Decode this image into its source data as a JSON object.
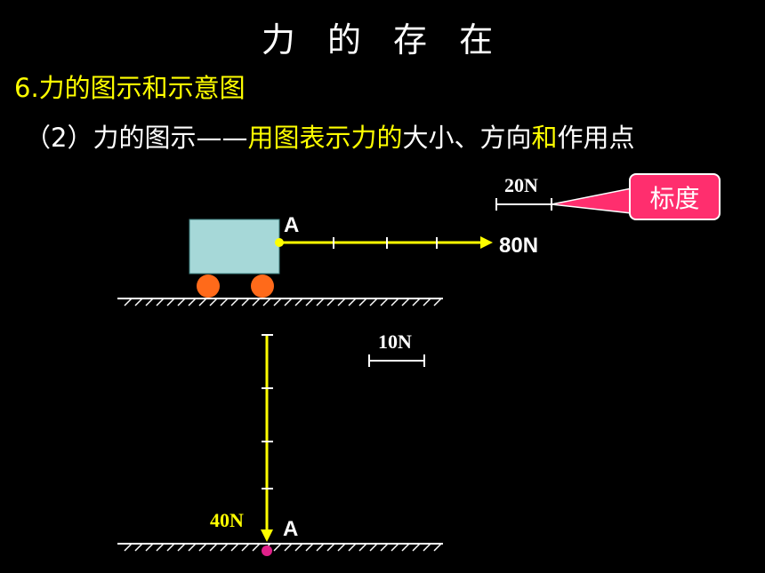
{
  "title": "力 的 存 在",
  "subtitle": "6.力的图示和示意图",
  "line2": {
    "prefix": "（2）力的图示——",
    "hl1": "用图表示力的",
    "mid1": "大小、方向",
    "hl2": "和",
    "rest": "作用点"
  },
  "callout": "标度",
  "diagram1": {
    "scale_label": "20N",
    "point_label": "A",
    "force_label": "80N"
  },
  "diagram2": {
    "scale_label": "10N",
    "point_label": "A",
    "force_label": "40N"
  },
  "colors": {
    "force": "#ffff00",
    "box": "#a6d8d8",
    "wheel": "#ff6a1a",
    "callout": "#ff2e6e",
    "point2": "#e0208a"
  }
}
